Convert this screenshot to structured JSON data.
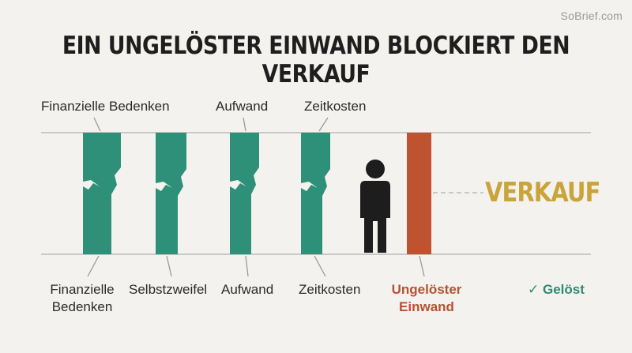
{
  "brand": "SoBrief.com",
  "title": "EIN UNGELÖSTER EINWAND BLOCKIERT DEN VERKAUF",
  "top_labels": [
    "Finanzielle Bedenken",
    "Aufwand",
    "Zeitkosten"
  ],
  "bottom_labels": {
    "financial_line1": "Finanzielle",
    "financial_line2": "Bedenken",
    "self_doubt": "Selbstzweifel",
    "effort": "Aufwand",
    "time_cost": "Zeitkosten",
    "unresolved_line1": "Ungelöster",
    "unresolved_line2": "Einwand"
  },
  "legend": {
    "check": "✓",
    "resolved": "Gelöst"
  },
  "goal": "VERKAUF",
  "colors": {
    "resolved_bar": "#2e9078",
    "unresolved_bar": "#c0532f",
    "goal": "#c9a43a",
    "person": "#1d1d1d",
    "rail": "#c9c9c9"
  }
}
